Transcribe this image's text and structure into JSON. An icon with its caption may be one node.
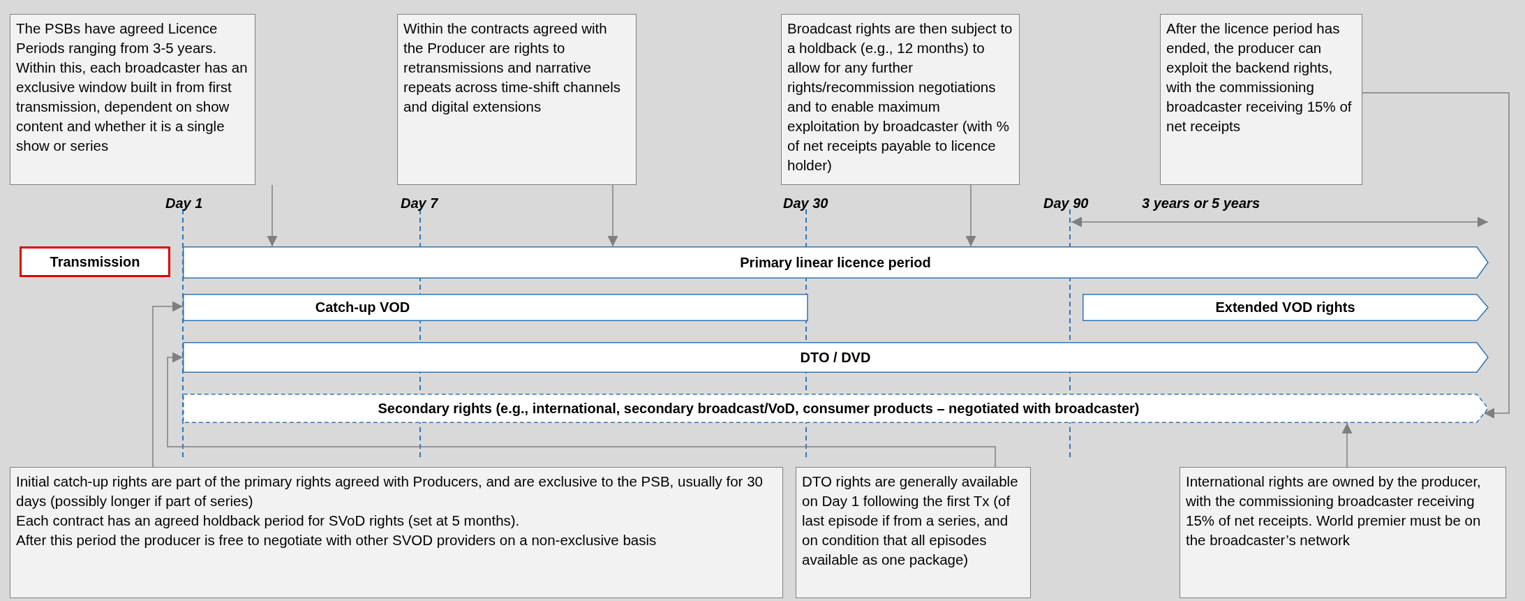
{
  "diagram": {
    "nodes": [
      {
        "text": [
          "The PSBs have agreed Licence Periods ranging from 3-5 years. Within this, each broadcaster has an exclusive window built in from first transmission, dependent on show content and whether it is a single show or series"
        ]
      },
      {
        "text": [
          "Within the contracts agreed with the Producer are rights to retransmissions and narrative repeats across time-shift channels and digital extensions"
        ]
      },
      {
        "text": [
          "Broadcast rights are then subject to a holdback (e.g., 12 months) to allow for any further rights/recommission negotiations and to enable maximum exploitation by broadcaster (with % of net receipts payable to licence holder)"
        ]
      },
      {
        "text": [
          "After the licence period has ended, the producer can exploit the backend rights, with the commissioning broadcaster receiving 15% of net receipts"
        ]
      },
      {
        "text": [
          "Transmission"
        ]
      },
      {
        "text": [
          "Primary linear licence period"
        ]
      },
      {
        "text": [
          "Catch-up VOD"
        ]
      },
      {
        "text": [
          "Extended VOD rights"
        ]
      },
      {
        "text": [
          "DTO / DVD"
        ]
      },
      {
        "text": [
          "Secondary rights (e.g., international, secondary broadcast/VoD, consumer products – negotiated with broadcaster)"
        ]
      },
      {
        "text": [
          "Initial catch-up rights are part of the primary rights agreed with Producers, and are exclusive to the PSB, usually for 30 days (possibly longer if part of series)",
          "Each contract has an agreed holdback period for SVoD rights (set at 5 months).",
          "After this period the producer is free to negotiate with other SVOD providers on a non-exclusive basis"
        ]
      },
      {
        "text": [
          "DTO rights are generally available on Day 1 following the first Tx (of last episode if from a series, and on condition that all episodes available as one package)"
        ]
      },
      {
        "text": [
          "International rights are owned by the producer, with the commissioning broadcaster receiving 15% of net receipts. World premier must be on the broadcaster’s network"
        ]
      }
    ],
    "edges": [
      {
        "from": 0,
        "to": 5,
        "arrow": "to",
        "color": "#7f7f7f"
      },
      {
        "from": 1,
        "to": 5,
        "arrow": "to",
        "color": "#7f7f7f"
      },
      {
        "from": 2,
        "to": 5,
        "arrow": "to",
        "color": "#7f7f7f"
      },
      {
        "from": 3,
        "to": 9,
        "arrow": "to",
        "color": "#7f7f7f"
      },
      {
        "from": 10,
        "to": 6,
        "arrow": "to",
        "color": "#7f7f7f"
      },
      {
        "from": 11,
        "to": 8,
        "arrow": "to",
        "color": "#7f7f7f"
      },
      {
        "from": 12,
        "to": 9,
        "arrow": "to",
        "color": "#7f7f7f"
      }
    ],
    "labels": [
      "Day 1",
      "Day 7",
      "Day 30",
      "Day 90",
      "3 years or 5 years"
    ]
  }
}
